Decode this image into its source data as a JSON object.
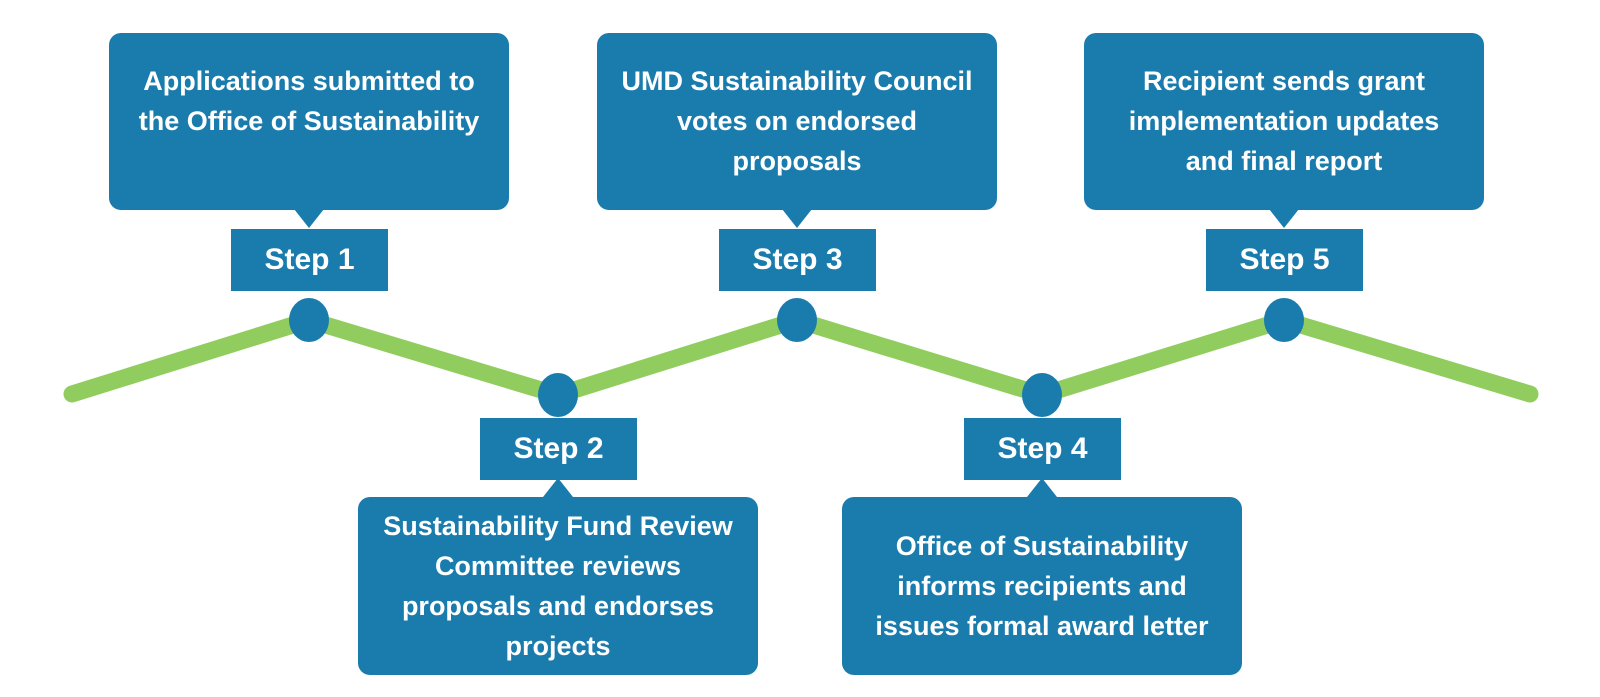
{
  "colors": {
    "blue": "#1a7bad",
    "green": "#90cd5e",
    "text": "#ffffff",
    "background": "#ffffff"
  },
  "steps": [
    {
      "label": "Step 1",
      "placement": "top",
      "description": "Applications submitted to the Office of Sustainability",
      "description_lines": [
        "Applications submitted to",
        "the Office of Sustainability"
      ]
    },
    {
      "label": "Step 2",
      "placement": "bottom",
      "description": "Sustainability Fund Review Committee reviews proposals and endorses projects",
      "description_lines": [
        "Sustainability Fund Review",
        "Committee reviews",
        "proposals and endorses",
        "projects"
      ]
    },
    {
      "label": "Step 3",
      "placement": "top",
      "description": "UMD Sustainability Council votes on endorsed proposals",
      "description_lines": [
        "UMD Sustainability Council",
        "votes on endorsed",
        "proposals"
      ]
    },
    {
      "label": "Step 4",
      "placement": "bottom",
      "description": "Office of Sustainability informs recipients and issues formal award letter",
      "description_lines": [
        "Office of Sustainability",
        "informs recipients and",
        "issues formal award letter"
      ]
    },
    {
      "label": "Step 5",
      "placement": "top",
      "description": "Recipient sends grant implementation updates and final report",
      "description_lines": [
        "Recipient sends grant",
        "implementation updates",
        "and final report"
      ]
    }
  ]
}
